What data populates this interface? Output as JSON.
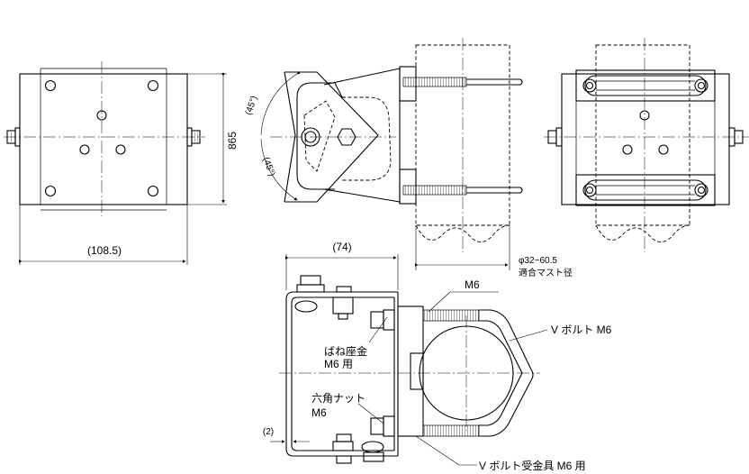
{
  "labels": {
    "dim_height": "865",
    "dim_width": "(108.5)",
    "angle_top": "(45°)",
    "angle_bottom": "(45°)",
    "mast_dia": "φ32~60.5",
    "mast_text": "適合マスト径",
    "dim_74": "(74)",
    "dim_2": "(2)",
    "bolt_m6": "M6",
    "v_bolt": "V ボルト M6",
    "spring_washer_1": "ばね座金",
    "spring_washer_2": "M6 用",
    "hex_nut_1": "六角ナット",
    "hex_nut_2": "M6",
    "v_bolt_bracket": "V ボルト受金具 M6 用"
  }
}
